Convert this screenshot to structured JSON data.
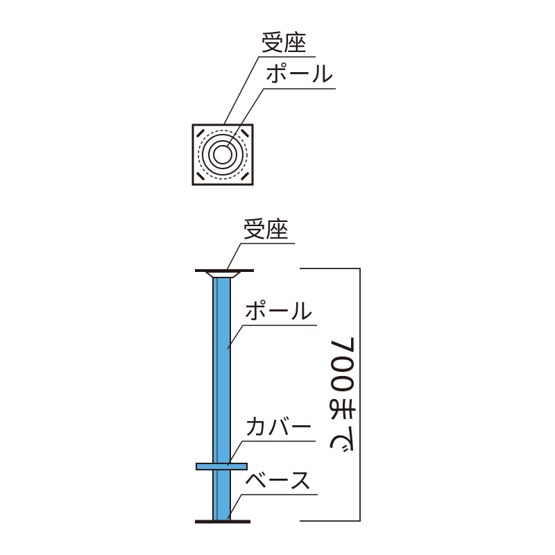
{
  "top_view": {
    "label_base": "受座",
    "label_pole": "ポール"
  },
  "side_view": {
    "label_base": "受座",
    "label_pole": "ポール",
    "label_cover": "カバー",
    "label_foot": "ベース",
    "dimension": "700まで"
  },
  "colors": {
    "pole_fill": "#5aaee0",
    "line": "#231815",
    "background": "#ffffff"
  }
}
